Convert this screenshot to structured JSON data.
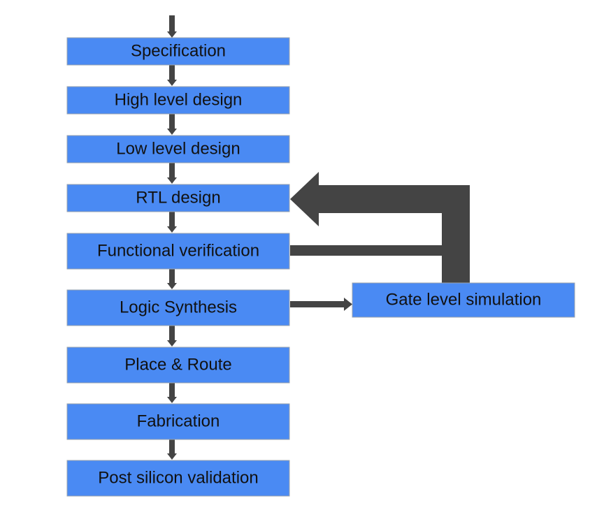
{
  "diagram": {
    "type": "flowchart",
    "colors": {
      "box_fill": "#4a8af3",
      "arrow": "#444444",
      "text": "#111111",
      "background": "#ffffff"
    },
    "steps": [
      {
        "id": "specification",
        "label": "Specification"
      },
      {
        "id": "high-level-design",
        "label": "High level design"
      },
      {
        "id": "low-level-design",
        "label": "Low level design"
      },
      {
        "id": "rtl-design",
        "label": "RTL design"
      },
      {
        "id": "functional-verification",
        "label": "Functional verification"
      },
      {
        "id": "logic-synthesis",
        "label": "Logic Synthesis"
      },
      {
        "id": "place-and-route",
        "label": "Place & Route"
      },
      {
        "id": "fabrication",
        "label": "Fabrication"
      },
      {
        "id": "post-silicon-validation",
        "label": "Post silicon validation"
      }
    ],
    "side_step": {
      "id": "gate-level-simulation",
      "label": "Gate level simulation"
    },
    "connections": [
      {
        "from": "logic-synthesis",
        "to": "gate-level-simulation"
      },
      {
        "from": "gate-level-simulation",
        "to": "rtl-design",
        "kind": "feedback"
      },
      {
        "from": "functional-verification",
        "to": "rtl-design",
        "kind": "feedback"
      }
    ]
  }
}
